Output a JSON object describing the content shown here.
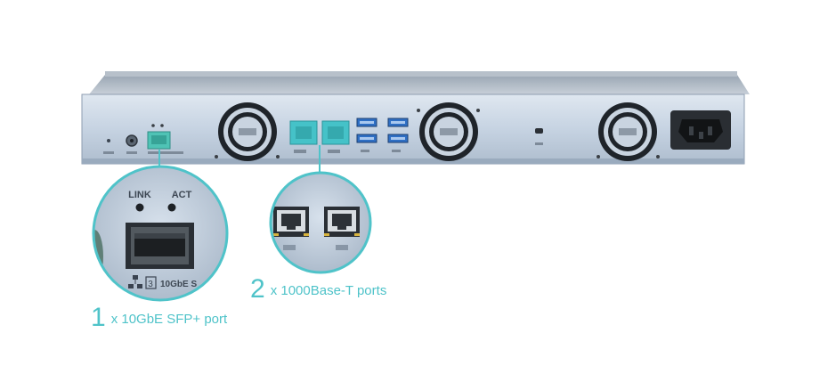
{
  "device": {
    "front_labels": {
      "link": "LINK",
      "act": "ACT",
      "port_number": "3",
      "port_type": "10GbE S"
    }
  },
  "callouts": [
    {
      "count": "1",
      "label": "x 10GbE SFP+ port"
    },
    {
      "count": "2",
      "label": "x 1000Base-T ports"
    }
  ],
  "colors": {
    "accent": "#4fc3c9",
    "chassis": "#c9d6e4",
    "highlight": "#3bbfc4",
    "usb": "#2f6fc4"
  }
}
